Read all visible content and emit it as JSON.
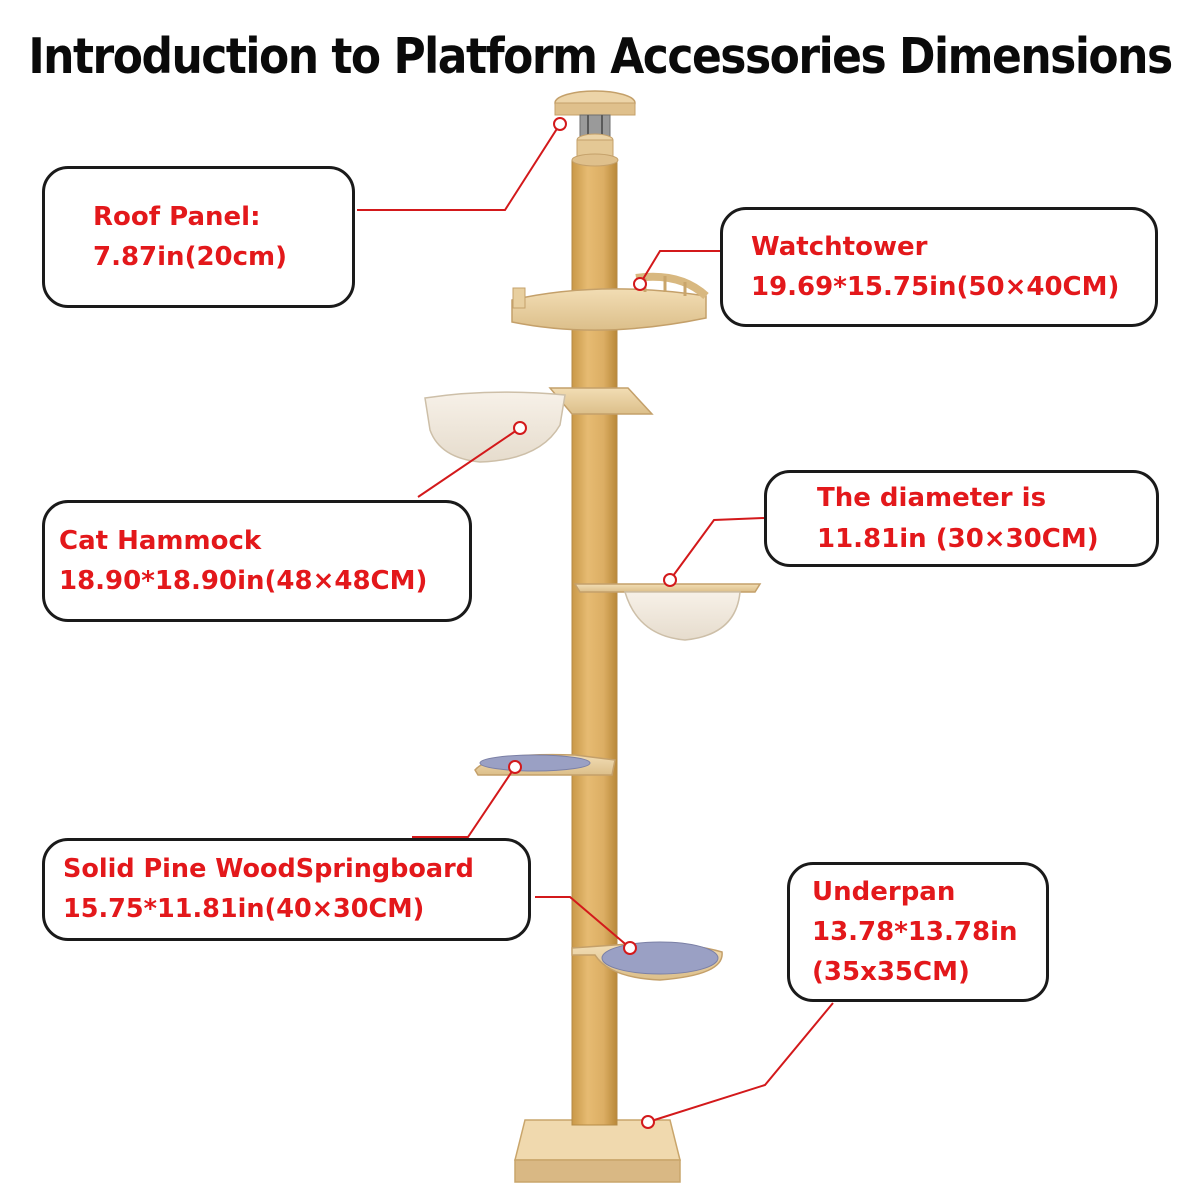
{
  "title": "Introduction to Platform Accessories Dimensions",
  "colors": {
    "label_text": "#e3181b",
    "leader_line": "#d3191b",
    "callout_border": "#1a1a1a",
    "post": "#dcae64",
    "wood": "#ebd3a6",
    "felt_pad": "#9aa0c4",
    "fabric": "#f3ebe0"
  },
  "callouts": {
    "roof_panel": {
      "name": "Roof Panel:",
      "size": "7.87in(20cm)"
    },
    "watchtower": {
      "name": "Watchtower",
      "size": "19.69*15.75in(50×40CM)"
    },
    "cat_hammock": {
      "name": "Cat Hammock",
      "size": "18.90*18.90in(48×48CM)"
    },
    "bowl": {
      "name": "The diameter is",
      "size": "11.81in (30×30CM)"
    },
    "springboard": {
      "name": "Solid Pine WoodSpringboard",
      "size": "15.75*11.81in(40×30CM)"
    },
    "underpan": {
      "name": "Underpan",
      "size": "13.78*13.78in",
      "size_cm": "(35x35CM)"
    }
  }
}
